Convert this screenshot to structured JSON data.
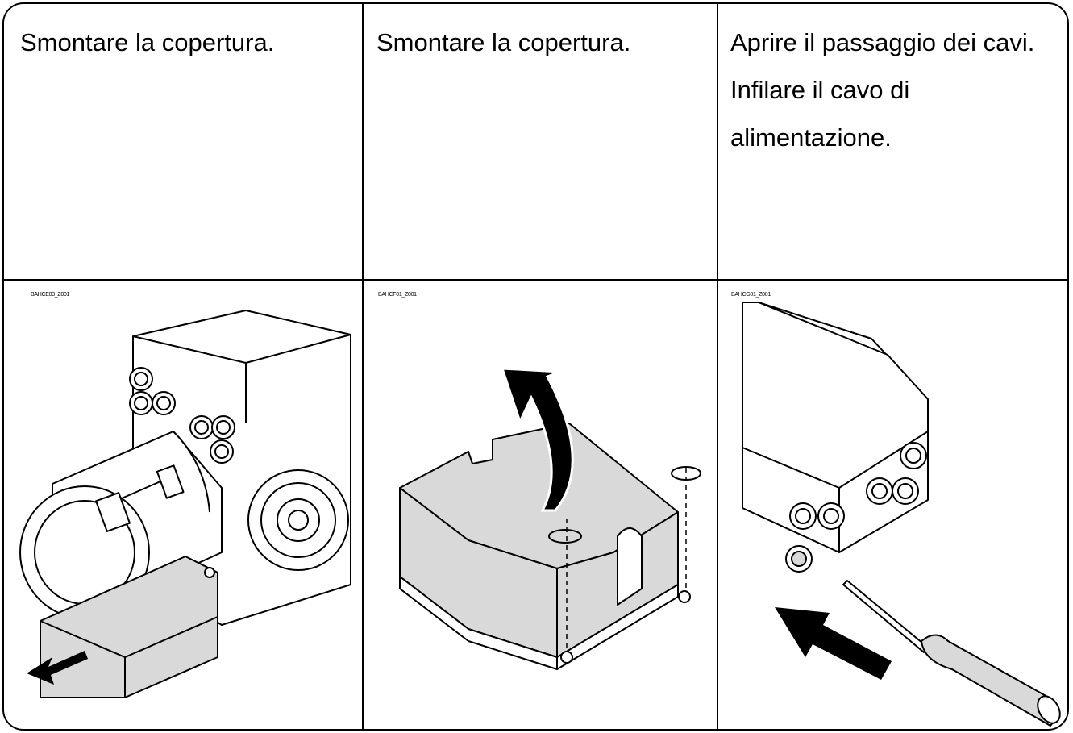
{
  "steps": [
    {
      "instruction": "Smontare la copertura.",
      "figure_code": "BAHCE03_Z001",
      "icon": "motor-cover-removal"
    },
    {
      "instruction": "Smontare la copertura.",
      "figure_code": "BAHCF01_Z001",
      "icon": "lid-lift-unscrew"
    },
    {
      "instruction_lines": [
        "Aprire il passaggio dei cavi.",
        "Infilare il cavo di",
        "alimentazione."
      ],
      "figure_code": "BAHCG01_Z001",
      "icon": "screwdriver-cable-entry"
    }
  ],
  "colors": {
    "line": "#000000",
    "gray_fill": "#d9d9d9",
    "background": "#ffffff"
  }
}
